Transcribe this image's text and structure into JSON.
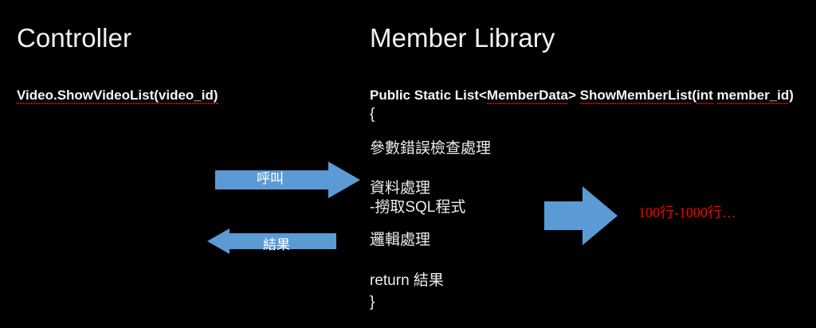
{
  "slide": {
    "background_color": "#000000",
    "text_color": "#ffffff",
    "accent_color": "#5B9BD5",
    "annotation_color": "#FF0000",
    "spellcheck_underline_color": "#E01B1B"
  },
  "left_column": {
    "heading": "Controller",
    "call_expression": "Video.ShowVideoList(video_id)"
  },
  "right_column": {
    "heading": "Member Library",
    "signature": {
      "prefix": "Public Static List<",
      "generic_type": "MemberData",
      "middle": ">  ",
      "method_name": "ShowMemberList",
      "open_paren": "(",
      "param_type": "int",
      "param_space": " ",
      "param_name": "member_id",
      "close_paren": ")",
      "full_text": "Public Static List<MemberData>  ShowMemberList(int member_id)"
    },
    "brace_open": "{",
    "body_lines": [
      "參數錯誤檢查處理",
      "資料處理",
      "-撈取SQL程式",
      "邏輯處理",
      "return 結果"
    ],
    "return_statement": "return 結果",
    "brace_close": "}"
  },
  "arrows": {
    "call": {
      "label": "呼叫",
      "direction": "right",
      "color": "#5B9BD5"
    },
    "result": {
      "label": "結果",
      "direction": "left",
      "color": "#5B9BD5"
    },
    "heavy_work": {
      "label": "",
      "direction": "right",
      "color": "#5B9BD5"
    }
  },
  "annotation": {
    "lines_of_code": "100行-1000行…"
  }
}
